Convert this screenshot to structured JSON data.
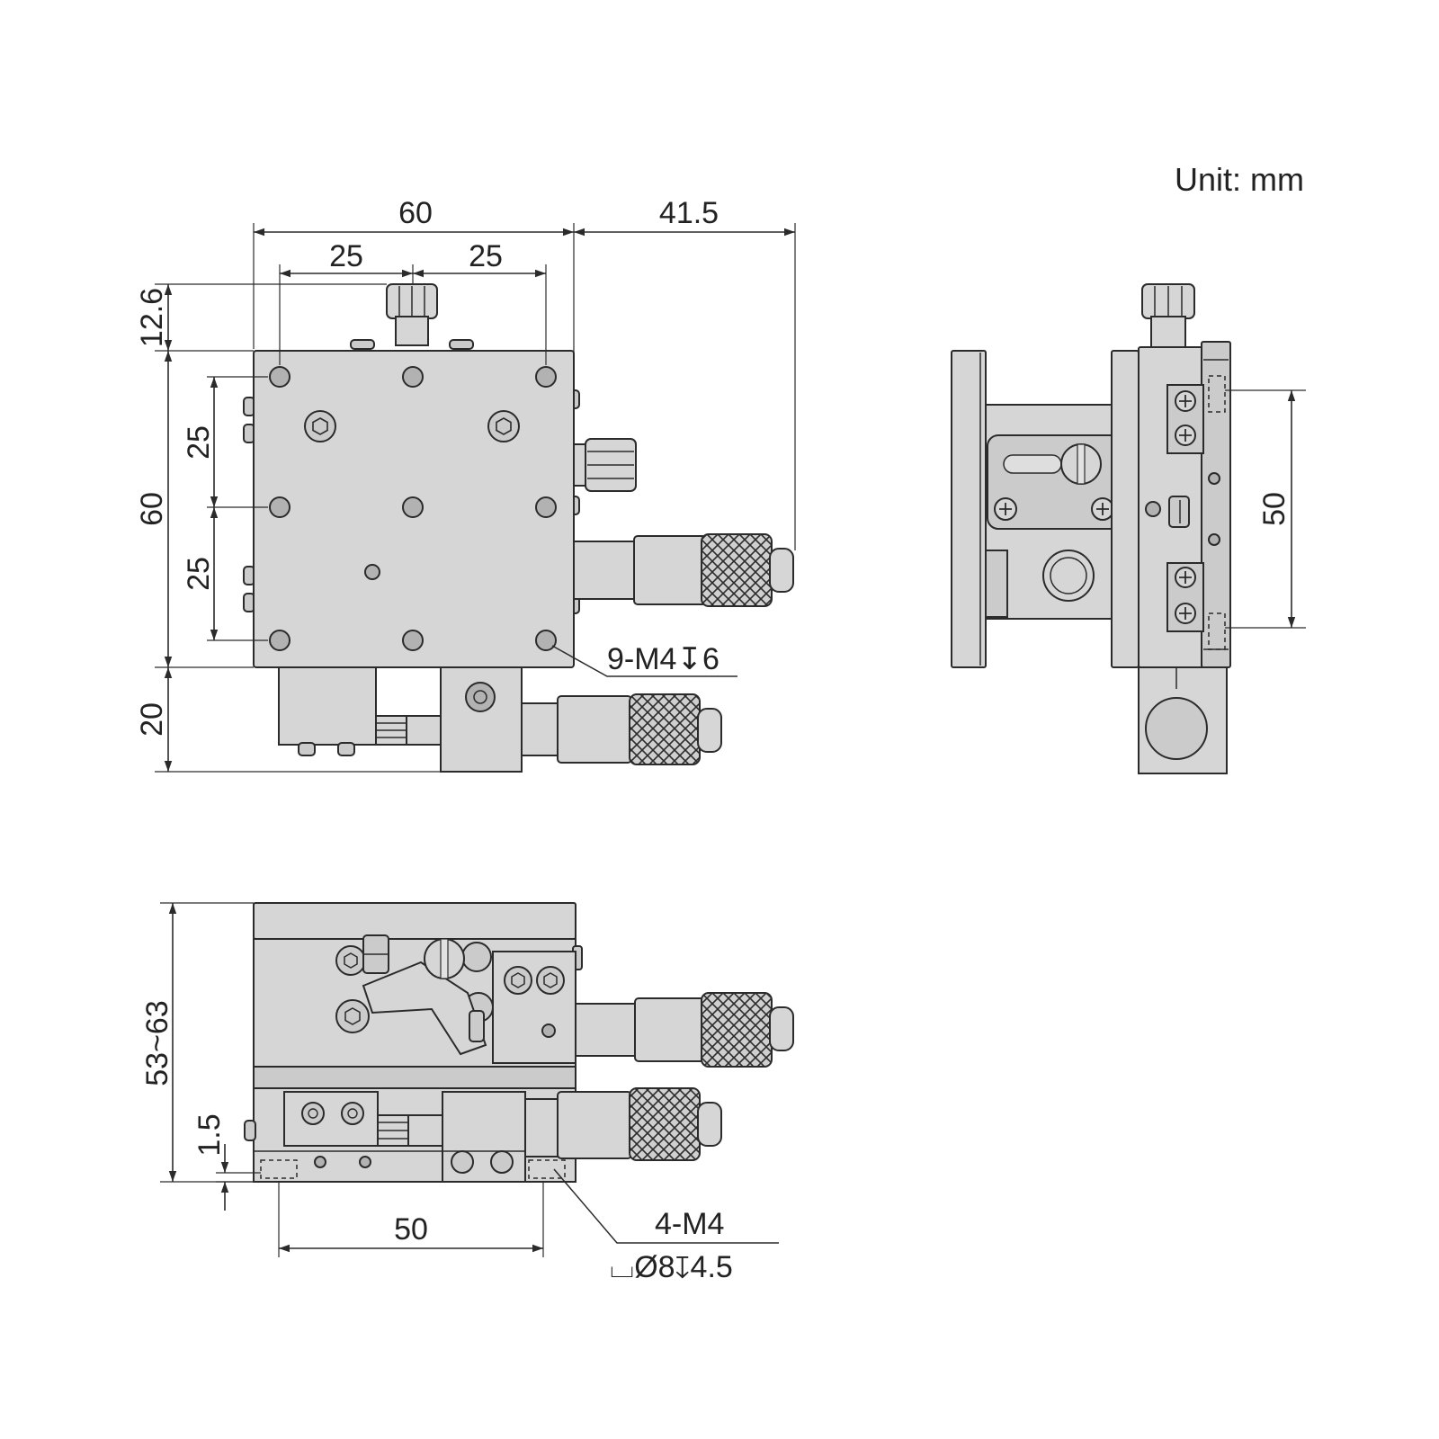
{
  "unit_label": "Unit: mm",
  "top_view": {
    "dims": {
      "overall_width": "60",
      "micrometer_extension": "41.5",
      "hole_pitch_left": "25",
      "hole_pitch_right": "25",
      "knob_height": "12.6",
      "overall_height": "60",
      "hole_pitch_upper": "25",
      "hole_pitch_lower": "25",
      "lower_stage_offset": "20"
    },
    "callout": "9-M4↧6"
  },
  "side_view": {
    "dims": {
      "mount_spacing": "50"
    }
  },
  "front_view": {
    "dims": {
      "height_range": "53~63",
      "base_offset": "1.5",
      "mount_spacing": "50"
    },
    "callout_line1": "4-M4",
    "callout_line2": "⌴Ø8↧4.5"
  },
  "colors": {
    "body": "#d6d6d6",
    "outline": "#2b2b2b",
    "hole": "#b2b2b2"
  },
  "icons": [
    "arrowhead",
    "knurled-thimble",
    "hex-socket-screw",
    "phillips-screw",
    "slotted-screw"
  ]
}
